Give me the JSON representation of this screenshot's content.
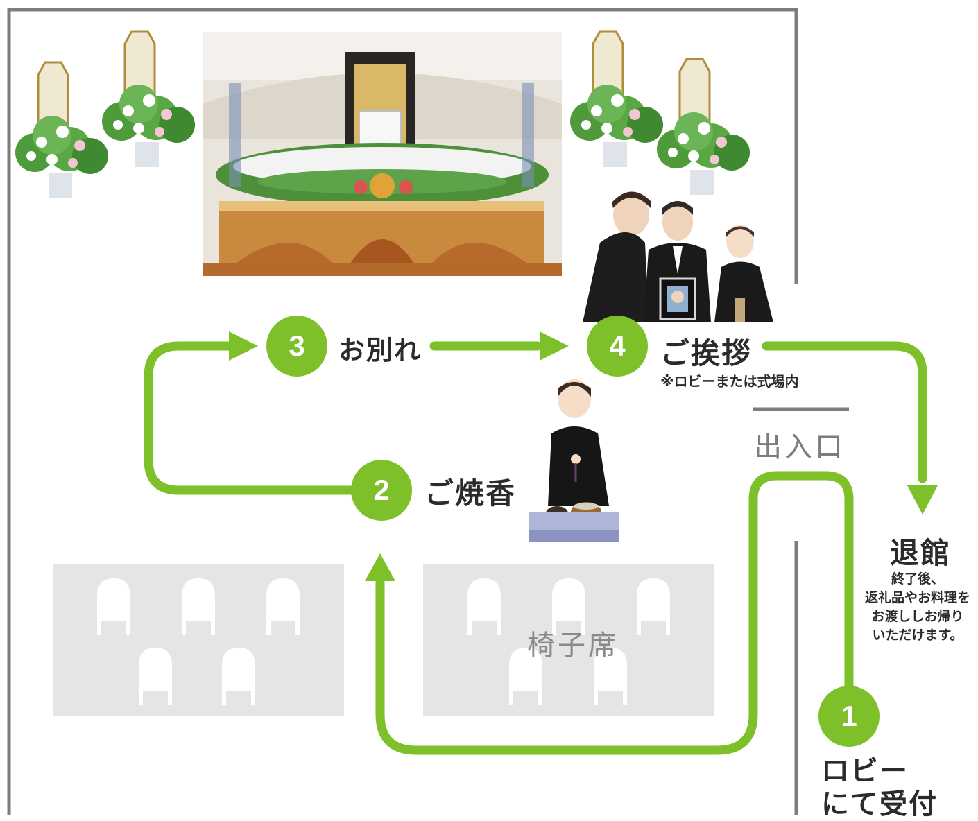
{
  "colors": {
    "accent": "#7dc02a",
    "wall": "#7d7d7d",
    "seat_area": "#e5e5e5",
    "ink": "#2b2b2b"
  },
  "steps": [
    {
      "num": "1",
      "label": "ロビー\nにて受付"
    },
    {
      "num": "2",
      "label": "ご焼香"
    },
    {
      "num": "3",
      "label": "お別れ"
    },
    {
      "num": "4",
      "label": "ご挨拶",
      "note": "※ロビーまたは式場内"
    }
  ],
  "entrance": {
    "label": "出入口"
  },
  "exit": {
    "label": "退館",
    "note": "終了後、\n返礼品やお料理を\nお渡ししお帰り\nいただけます。"
  },
  "seating": {
    "label": "椅子席"
  },
  "illustrations": [
    "funeral-altar-photo",
    "flower-stand",
    "mourning-family",
    "incense-offering-woman",
    "chair"
  ]
}
